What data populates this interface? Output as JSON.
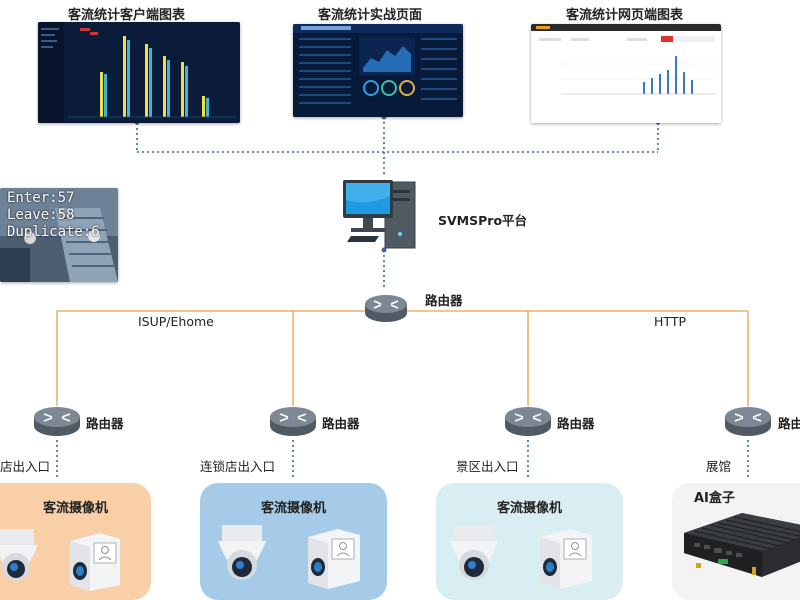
{
  "top": {
    "client_chart_title": "客流统计客户端图表",
    "realtime_page_title": "客流统计实战页面",
    "web_chart_title": "客流统计网页端图表"
  },
  "platform": {
    "label": "SVMSPro平台"
  },
  "core_router": {
    "label": "路由器"
  },
  "protocols": {
    "left": "ISUP/Ehome",
    "right": "HTTP"
  },
  "counter_overlay": {
    "enter": "Enter:57",
    "leave": "Leave:58",
    "duplicate": "Duplicate:6"
  },
  "branches": [
    {
      "router_label": "路由器",
      "site_label": "店出入口",
      "device_title": "客流摄像机",
      "zone_color": "#f9cfa8"
    },
    {
      "router_label": "路由器",
      "site_label": "连锁店出入口",
      "device_title": "客流摄像机",
      "zone_color": "#a6cbe8"
    },
    {
      "router_label": "路由器",
      "site_label": "景区出入口",
      "device_title": "客流摄像机",
      "zone_color": "#d9eef2"
    },
    {
      "router_label": "路由",
      "site_label": "展馆",
      "device_title": "AI盒子",
      "zone_color": "#f3f3f3"
    }
  ],
  "colors": {
    "dotted_link": "#2e6da4",
    "orange_link": "#e8a24a",
    "router_body": "#5f6b75"
  }
}
